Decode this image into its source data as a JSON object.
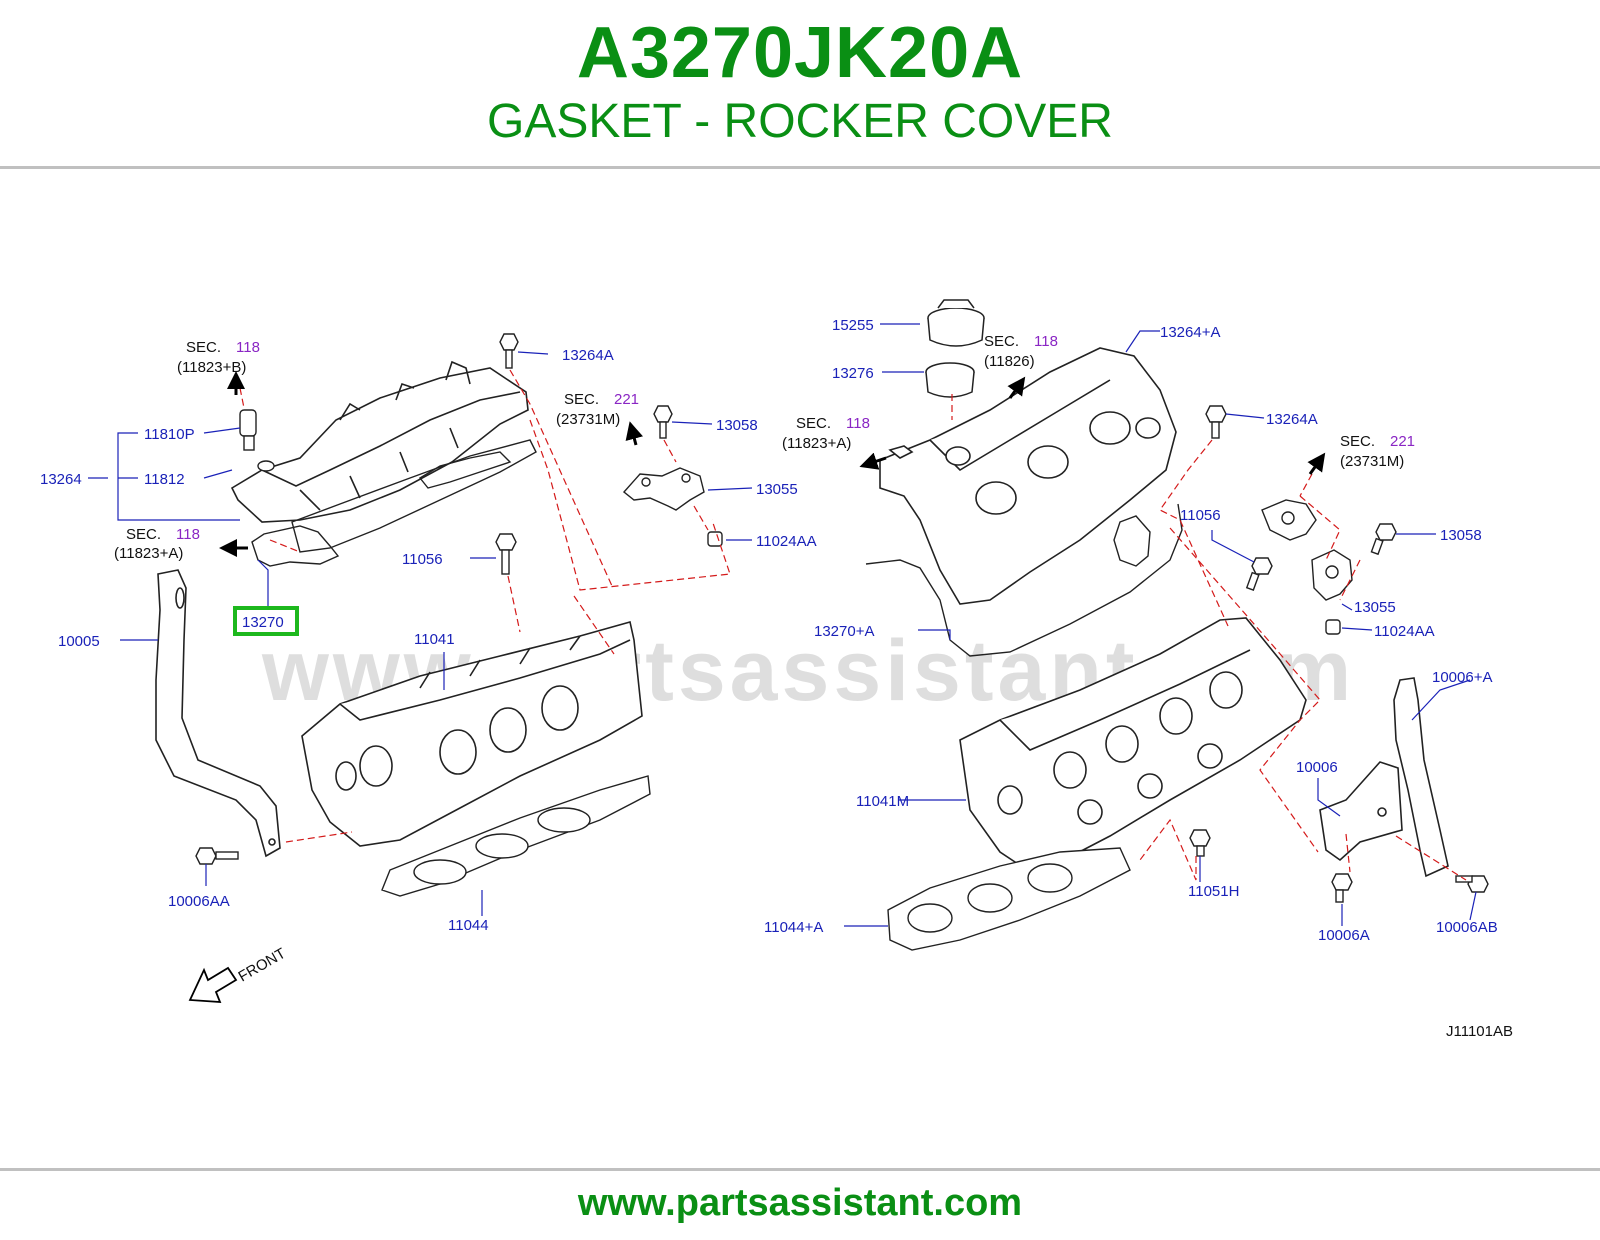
{
  "header": {
    "part_number": "A3270JK20A",
    "part_name": "GASKET - ROCKER COVER"
  },
  "watermark": "www.partsassistant.com",
  "diagram_code": "J11101AB",
  "front_label": "FRONT",
  "highlight_color": "#1db81d",
  "callouts": {
    "c13264": "13264",
    "c11810P": "11810P",
    "c11812": "11812",
    "c13264A_l": "13264A",
    "c13058_l": "13058",
    "c13055_l": "13055",
    "c11024AA_l": "11024AA",
    "c11056_l": "11056",
    "c13270": "13270",
    "c10005": "10005",
    "c11041": "11041",
    "c10006AA": "10006AA",
    "c11044": "11044",
    "c15255": "15255",
    "c13276": "13276",
    "c13264pA": "13264+A",
    "c13264A_r": "13264A",
    "c11056_r": "11056",
    "c13058_r": "13058",
    "c13055_r": "13055",
    "c11024AA_r": "11024AA",
    "c13270pA": "13270+A",
    "c10006pA": "10006+A",
    "c10006": "10006",
    "c11041M": "11041M",
    "c11051H": "11051H",
    "c10006A": "10006A",
    "c10006AB": "10006AB",
    "c11044pA": "11044+A"
  },
  "section_refs": {
    "sec_word": "SEC.",
    "s1": {
      "num": "118",
      "code": "(11823+B)"
    },
    "s2": {
      "num": "118",
      "code": "(11823+A)"
    },
    "s3": {
      "num": "221",
      "code": "(23731M)"
    },
    "s4": {
      "num": "118",
      "code": "(11826)"
    },
    "s5": {
      "num": "118",
      "code": "(11823+A)"
    },
    "s6": {
      "num": "221",
      "code": "(23731M)"
    }
  },
  "footer_url": "www.partsassistant.com"
}
